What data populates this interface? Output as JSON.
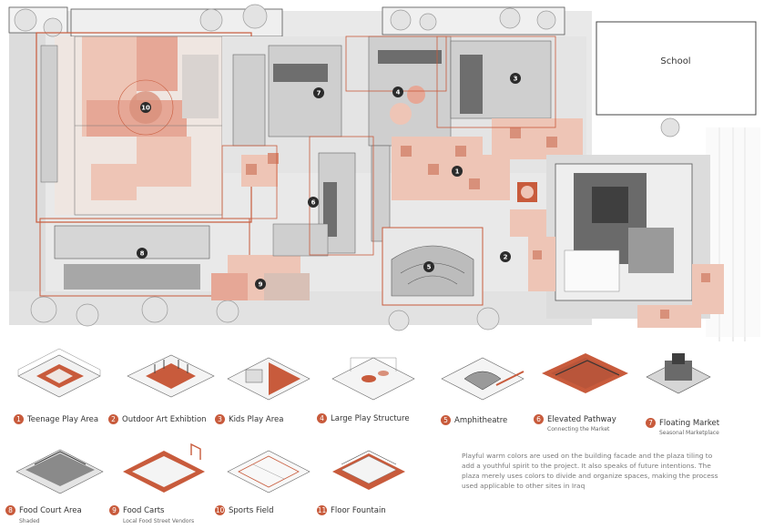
{
  "plan": {
    "school_label": "School",
    "markers": [
      "10",
      "7",
      "4",
      "3",
      "1",
      "6",
      "8",
      "5",
      "2",
      "9"
    ],
    "colors": {
      "accent": "#c85b3c",
      "tile_light": "#eec5b6",
      "tile_mid": "#d8907a",
      "gray_dark": "#555555",
      "gray_light": "#cfcfcf"
    }
  },
  "legend": [
    {
      "num": "1",
      "title": "Teenage Play Area",
      "subtitle": ""
    },
    {
      "num": "2",
      "title": "Outdoor Art Exhibtion",
      "subtitle": ""
    },
    {
      "num": "3",
      "title": "Kids Play Area",
      "subtitle": ""
    },
    {
      "num": "4",
      "title": "Large Play Structure",
      "subtitle": ""
    },
    {
      "num": "5",
      "title": "Amphitheatre",
      "subtitle": ""
    },
    {
      "num": "6",
      "title": "Elevated Pathway",
      "subtitle": "Connecting the Market"
    },
    {
      "num": "7",
      "title": "Floating Market",
      "subtitle": "Seasonal Marketplace"
    },
    {
      "num": "8",
      "title": "Food Court Area",
      "subtitle": "Shaded"
    },
    {
      "num": "9",
      "title": "Food Carts",
      "subtitle": "Local Food Street Vendors"
    },
    {
      "num": "10",
      "title": "Sports Field",
      "subtitle": ""
    },
    {
      "num": "11",
      "title": "Floor Fountain",
      "subtitle": ""
    }
  ],
  "description": "Playful warm colors are used on the building facade and the plaza tiling  to add a youthful spirit to the project. It also speaks of future intentions. The plaza merely uses colors to divide and organize spaces, making the process used applicable to other sites in Iraq"
}
